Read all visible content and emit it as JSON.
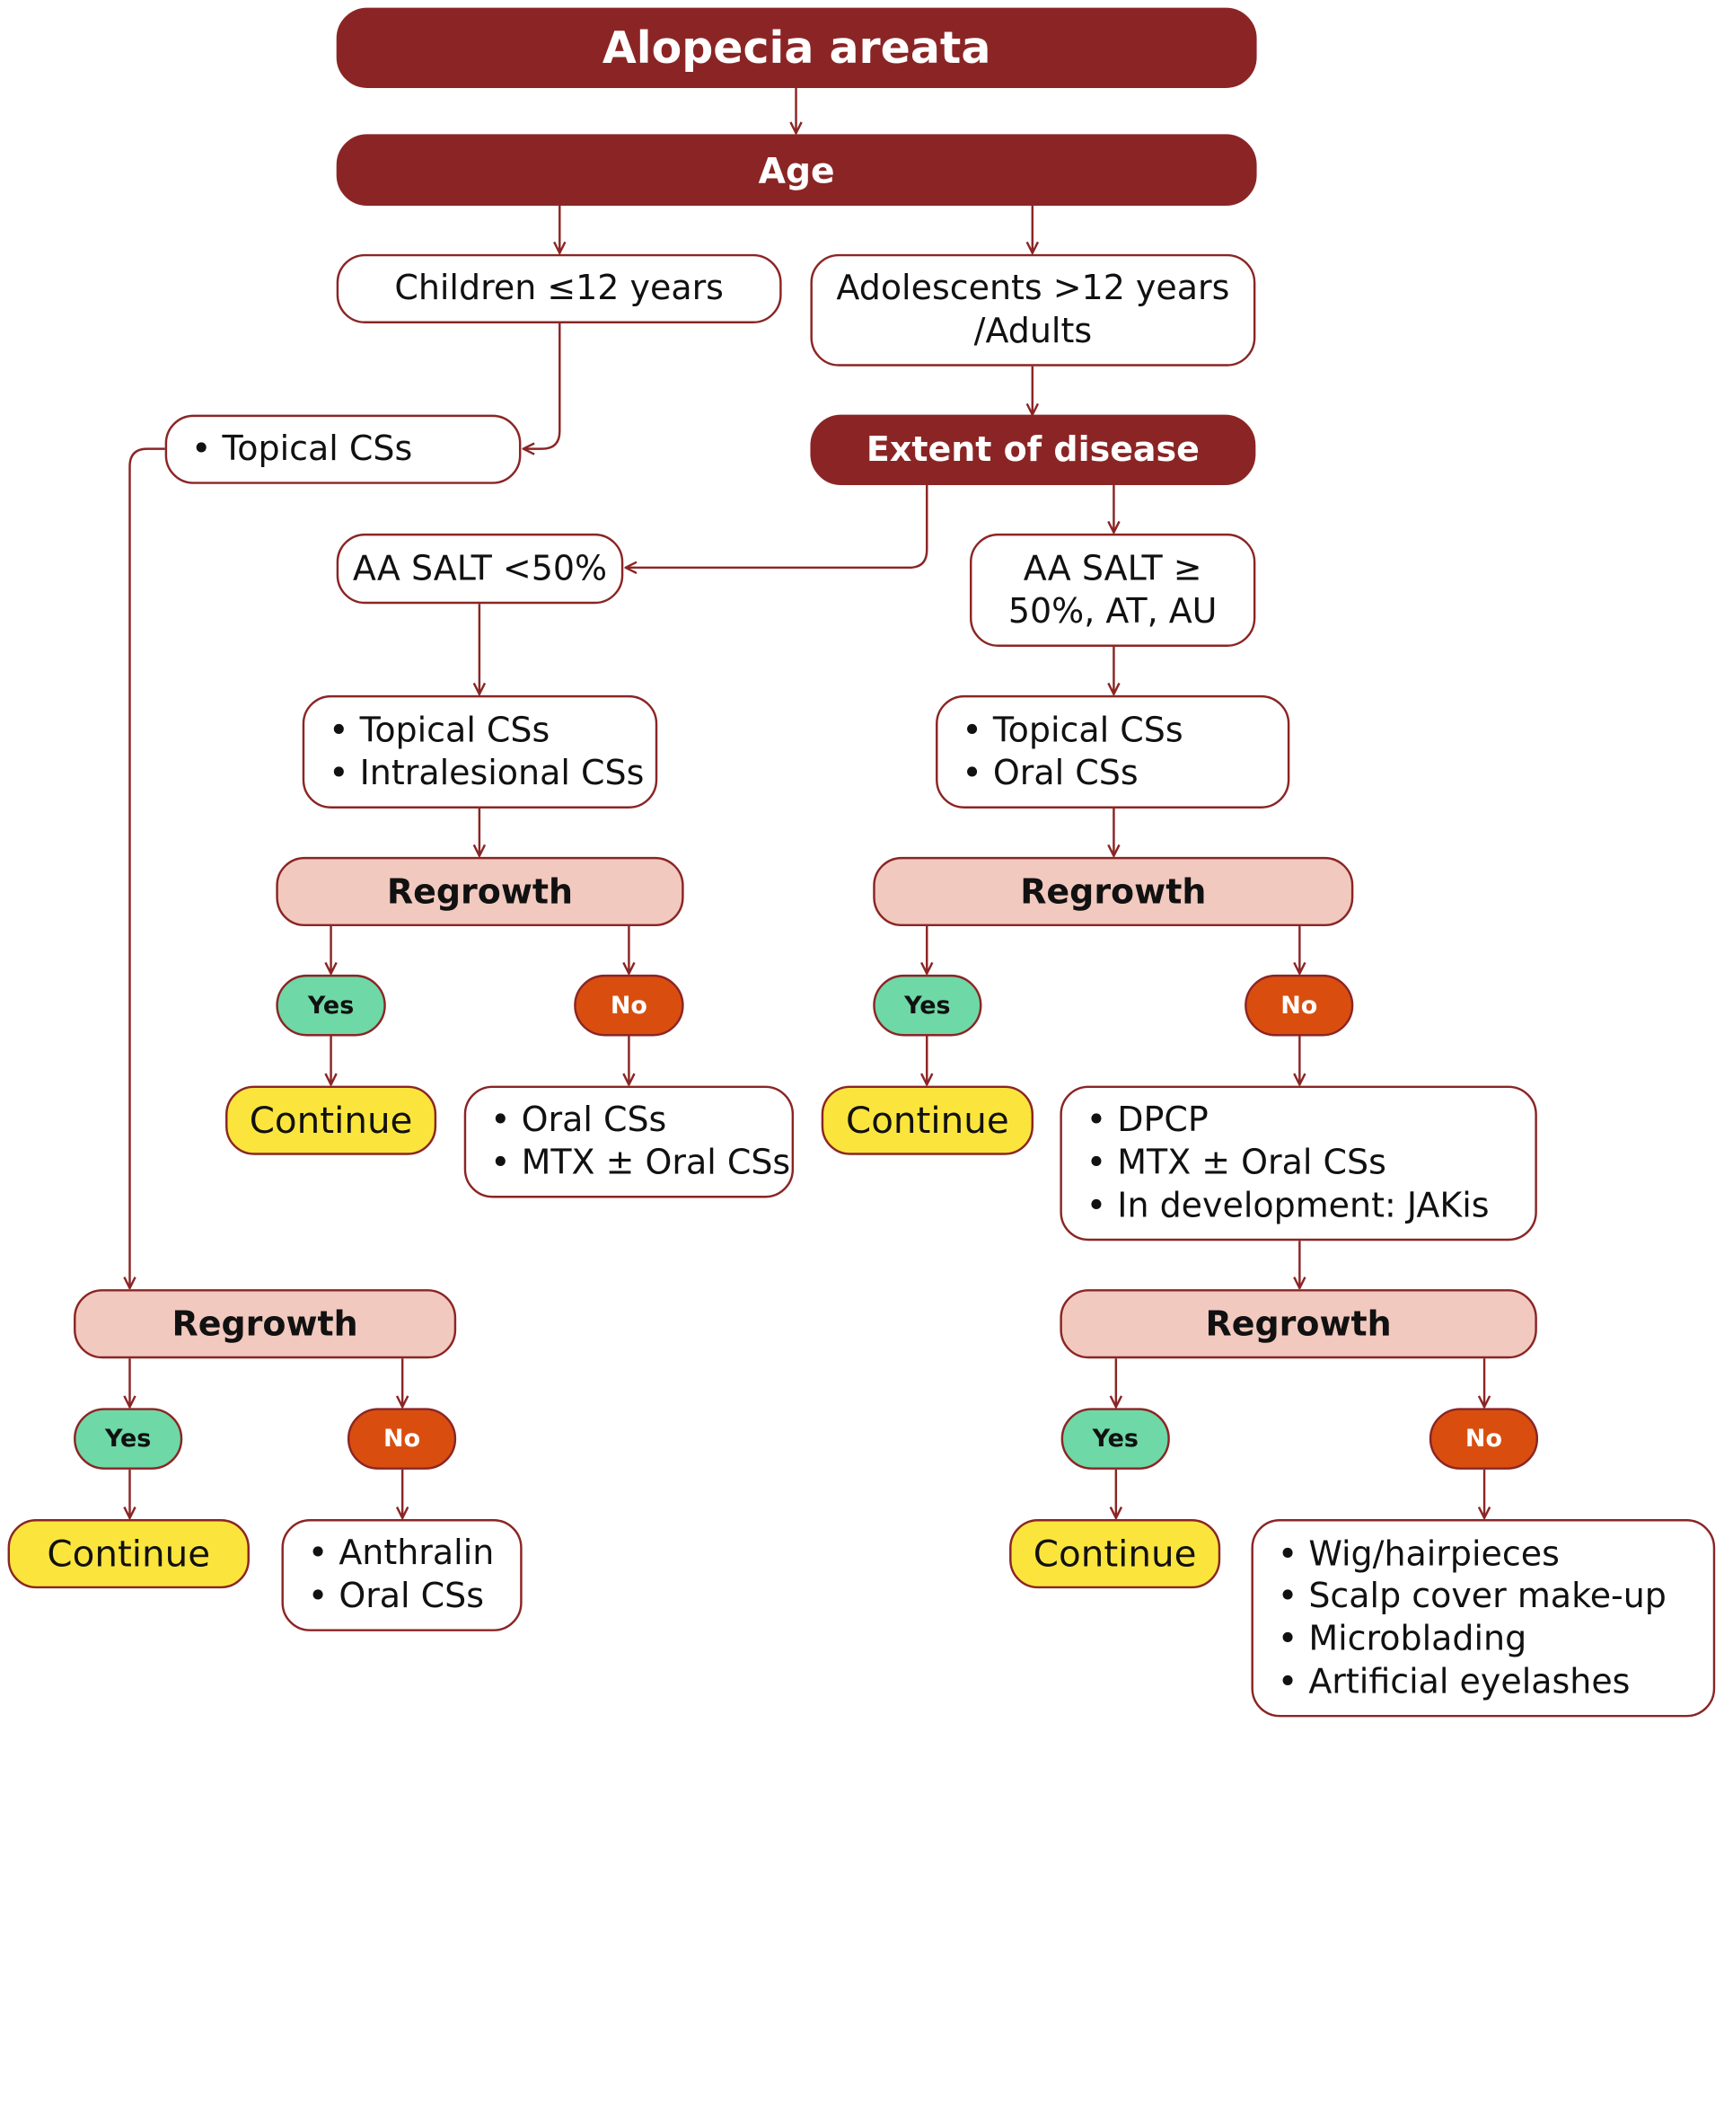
{
  "title": "Alopecia areata",
  "age": "Age",
  "children": "Children ≤12 years",
  "adolescents": [
    "Adolescents >12 years",
    "/Adults"
  ],
  "extent": "Extent of disease",
  "topical_children": [
    "Topical CSs"
  ],
  "salt_low": "AA SALT <50%",
  "salt_high": [
    "AA SALT ≥",
    "50%, AT, AU"
  ],
  "treat_low": [
    "Topical CSs",
    "Intralesional CSs"
  ],
  "treat_high": [
    "Topical CSs",
    "Oral CSs"
  ],
  "regrowth_label": "Regrowth",
  "yes_label": "Yes",
  "no_label": "No",
  "continue_label": "Continue",
  "no_low_treat": [
    "Oral CSs",
    "MTX ± Oral CSs"
  ],
  "no_high_treat": [
    "DPCP",
    "MTX ± Oral CSs",
    "In development: JAKis"
  ],
  "children_no_treat": [
    "Anthralin",
    "Oral CSs"
  ],
  "final_no_treat": [
    "Wig/hairpieces",
    "Scalp cover make-up",
    "Microblading",
    "Artificial eyelashes"
  ],
  "colors": {
    "dark_red": "#8b2525",
    "regrowth_fill": "#f2c9bf",
    "yes_fill": "#6ed8a6",
    "no_fill": "#d94e0f",
    "continue_fill": "#fbe53c"
  }
}
